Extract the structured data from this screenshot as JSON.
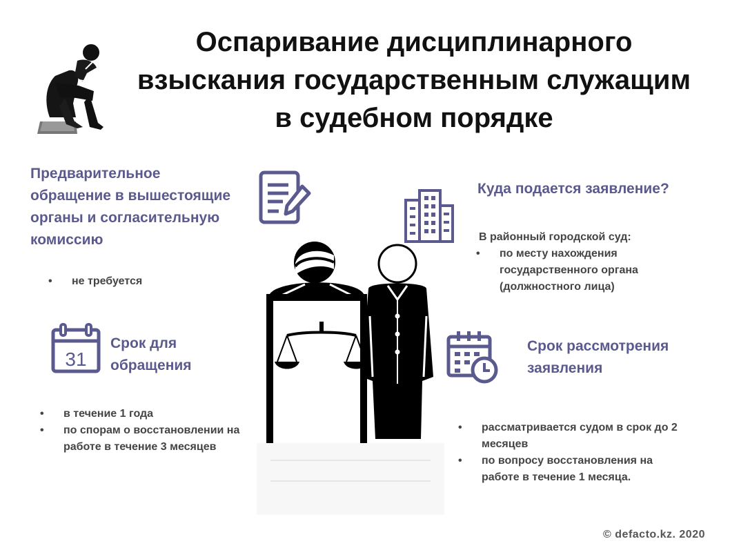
{
  "title": {
    "line1": "Оспаривание дисциплинарного",
    "line2": "взыскания государственным служащим",
    "line3": "в судебном порядке"
  },
  "prior_appeal": {
    "heading_lines": [
      "Предварительное",
      "обращение в вышестоящие",
      "органы и согласительную",
      "комиссию"
    ],
    "bullet": "не требуется"
  },
  "deadline": {
    "heading_lines": [
      "Срок для",
      "обращения"
    ],
    "calendar_day": "31",
    "bullets": [
      "в течение 1 года",
      "по спорам о восстановлении на работе в течение 3 месяцев"
    ]
  },
  "where_to_file": {
    "heading": "Куда подается заявление?",
    "intro": "В районный городской суд:",
    "bullets": [
      "по месту нахождения государственного органа (должностного лица)"
    ]
  },
  "review_period": {
    "heading_lines": [
      "Срок рассмотрения",
      "заявления"
    ],
    "bullets": [
      "рассматривается судом в срок до 2 месяцев",
      "по вопросу восстановления на работе в течение 1 месяца."
    ]
  },
  "icons": {
    "thinker": "thinker-statue-icon",
    "document": "document-pen-icon",
    "building": "building-icon",
    "calendar": "calendar-31-icon",
    "schedule": "calendar-clock-icon",
    "court": "judge-and-defendant-scales-icon"
  },
  "colors": {
    "accent": "#5b5a8f",
    "text": "#444444",
    "title": "#111111"
  },
  "footer": "© defacto.kz. 2020"
}
